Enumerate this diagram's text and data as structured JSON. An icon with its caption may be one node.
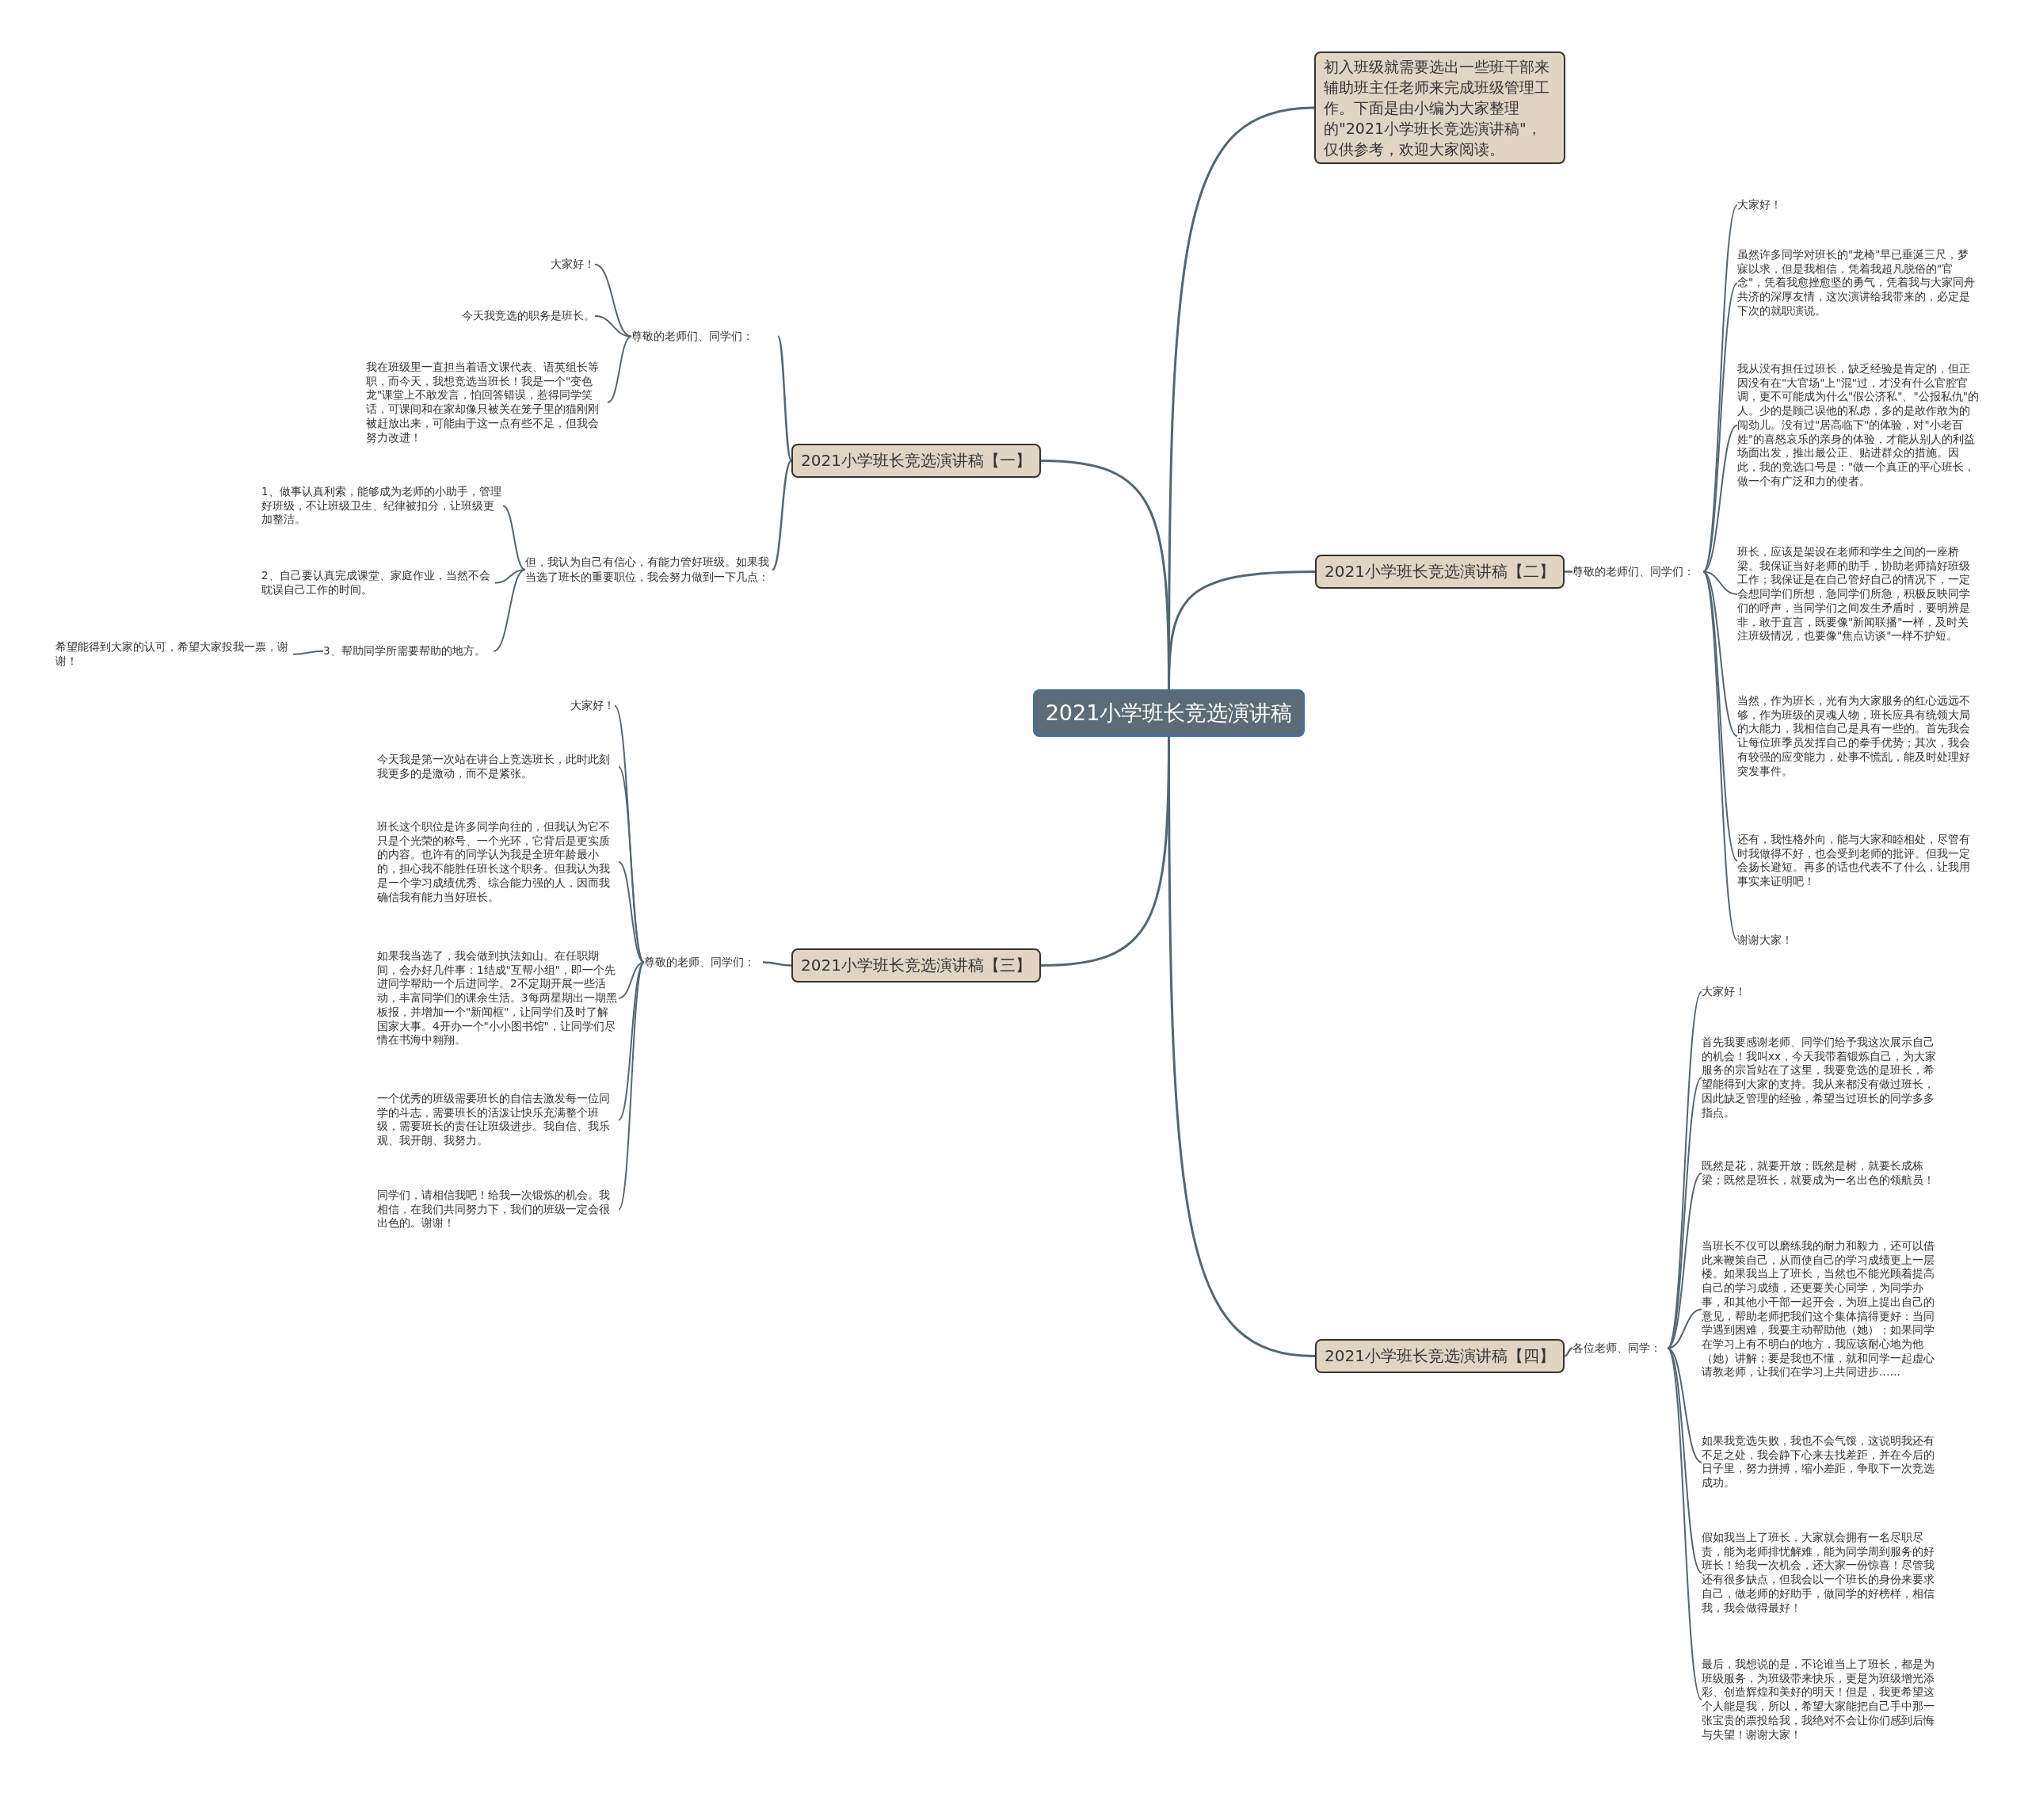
{
  "diagram": {
    "nodes": [
      {
        "text": [
          "2021小学班长竞选演讲稿"
        ]
      },
      {
        "text": [
          "初入班级就需要选出一些班干部来辅助班主任老师来完成班级管理工作。下面是由小编为大家整理的\"2021小学班长竞选演讲稿\"，仅供参考，欢迎大家阅读。"
        ]
      },
      {
        "text": [
          "2021小学班长竞选演讲稿【一】"
        ]
      },
      {
        "text": [
          "尊敬的老师们、同学们："
        ]
      },
      {
        "text": [
          "大家好！"
        ]
      },
      {
        "text": [
          "今天我竞选的职务是班长。"
        ]
      },
      {
        "text": [
          "我在班级里一直担当着语文课代表、语英组长等职，而今天，我想竞选当班长！我是一个\"变色龙\"课堂上不敢发言，怕回答错误，惹得同学笑话，可课间和在家却像只被关在笼子里的猫刚刚被赶放出来，可能由于这一点有些不足，但我会努力改进！"
        ]
      },
      {
        "text": [
          "但，我认为自己有信心，有能力管好班级。如果我当选了班长的重要职位，我会努力做到一下几点："
        ]
      },
      {
        "text": [
          "1、做事认真利索，能够成为老师的小助手，管理好班级，不让班级卫生、纪律被扣分，让班级更加整洁。"
        ]
      },
      {
        "text": [
          "2、自己要认真完成课堂、家庭作业，当然不会耽误自己工作的时间。"
        ]
      },
      {
        "text": [
          "3、帮助同学所需要帮助的地方。"
        ]
      },
      {
        "text": [
          "希望能得到大家的认可，希望大家投我一票，谢谢！"
        ]
      },
      {
        "text": [
          "2021小学班长竞选演讲稿【二】"
        ]
      },
      {
        "text": [
          "尊敬的老师们、同学们："
        ]
      },
      {
        "text": [
          "大家好！"
        ]
      },
      {
        "text": [
          "虽然许多同学对班长的\"龙椅\"早已垂涎三尺，梦寐以求，但是我相信，凭着我超凡脱俗的\"官念\"，凭着我愈挫愈坚的勇气，凭着我与大家同舟共济的深厚友情，这次演讲给我带来的，必定是下次的就职演说。"
        ]
      },
      {
        "text": [
          "我从没有担任过班长，缺乏经验是肯定的，但正因没有在\"大官场\"上\"混\"过，才没有什么官腔官调，更不可能成为什么\"假公济私\"、\"公报私仇\"的人。少的是顾己误他的私虑，多的是敢作敢为的闯劲儿。没有过\"居高临下\"的体验，对\"小老百姓\"的喜怒哀乐的亲身的体验，才能从别人的利益场面出发，推出最公正、贴进群众的措施。因此，我的竞选口号是：\"做一个真正的平心班长，做一个有广泛和力的使者。"
        ]
      },
      {
        "text": [
          "班长，应该是架设在老师和学生之间的一座桥梁。我保证当好老师的助手，协助老师搞好班级工作；我保证是在自己管好自己的情况下，一定会想同学们所想，急同学们所急，积极反映同学们的呼声，当同学们之间发生矛盾时，要明辨是非，敢于直言，既要像\"新闻联播\"一样，及时关注班级情况，也要像\"焦点访谈\"一样不护短。"
        ]
      },
      {
        "text": [
          "当然，作为班长，光有为大家服务的红心远远不够，作为班级的灵魂人物，班长应具有统领大局的大能力，我相信自己是具有一些的。首先我会让每位班季员发挥自己的拳手优势；其次，我会有较强的应变能力，处事不慌乱，能及时处理好突发事件。"
        ]
      },
      {
        "text": [
          "还有，我性格外向，能与大家和睦相处，尽管有时我做得不好，也会受到老师的批评。但我一定会扬长避短。再多的话也代表不了什么，让我用事实来证明吧！"
        ]
      },
      {
        "text": [
          "谢谢大家！"
        ]
      },
      {
        "text": [
          "2021小学班长竞选演讲稿【三】"
        ]
      },
      {
        "text": [
          "尊敬的老师、同学们："
        ]
      },
      {
        "text": [
          "大家好！"
        ]
      },
      {
        "text": [
          "今天我是第一次站在讲台上竞选班长，此时此刻我更多的是激动，而不是紧张。"
        ]
      },
      {
        "text": [
          "班长这个职位是许多同学向往的，但我认为它不只是个光荣的称号、一个光环，它背后是更实质的内容。也许有的同学认为我是全班年龄最小的，担心我不能胜任班长这个职务。但我认为我是一个学习成绩优秀、综合能力强的人，因而我确信我有能力当好班长。"
        ]
      },
      {
        "text": [
          "如果我当选了，我会做到执法如山。在任职期间，会办好几件事：1结成\"互帮小组\"，即一个先进同学帮助一个后进同学。2不定期开展一些活动，丰富同学们的课余生活。3每两星期出一期黑板报，并增加一个\"新闻框\"，让同学们及时了解国家大事。4开办一个\"小小图书馆\"，让同学们尽情在书海中翱翔。"
        ]
      },
      {
        "text": [
          "一个优秀的班级需要班长的自信去激发每一位同学的斗志，需要班长的活泼让快乐充满整个班级，需要班长的责任让班级进步。我自信、我乐观、我开朗、我努力。"
        ]
      },
      {
        "text": [
          "同学们，请相信我吧！给我一次锻炼的机会。我相信，在我们共同努力下，我们的班级一定会很出色的。谢谢！"
        ]
      },
      {
        "text": [
          "2021小学班长竞选演讲稿【四】"
        ]
      },
      {
        "text": [
          "各位老师、同学："
        ]
      },
      {
        "text": [
          "大家好！"
        ]
      },
      {
        "text": [
          "首先我要感谢老师、同学们给予我这次展示自己的机会！我叫xx，今天我带着锻炼自己，为大家服务的宗旨站在了这里，我要竞选的是班长，希望能得到大家的支持。我从来都没有做过班长，因此缺乏管理的经验，希望当过班长的同学多多指点。"
        ]
      },
      {
        "text": [
          "既然是花，就要开放；既然是树，就要长成栋梁；既然是班长，就要成为一名出色的领航员！"
        ]
      },
      {
        "text": [
          "当班长不仅可以磨练我的耐力和毅力，还可以借此来鞭策自己，从而使自己的学习成绩更上一层楼。如果我当上了班长，当然也不能光顾着提高自己的学习成绩，还更要关心同学，为同学办事，和其他小干部一起开会，为班上提出自己的意见，帮助老师把我们这个集体搞得更好：当同学遇到困难，我要主动帮助他（她）；如果同学在学习上有不明白的地方，我应该耐心地为他（她）讲解；要是我也不懂，就和同学一起虚心请教老师，让我们在学习上共同进步……"
        ]
      },
      {
        "text": [
          "如果我竞选失败，我也不会气馁，这说明我还有不足之处，我会静下心来去找差距，并在今后的日子里，努力拼搏，缩小差距，争取下一次竞选成功。"
        ]
      },
      {
        "text": [
          "假如我当上了班长，大家就会拥有一名尽职尽责，能为老师排忧解难，能为同学周到服务的好班长！给我一次机会，还大家一份惊喜！尽管我还有很多缺点，但我会以一个班长的身份来要求自己，做老师的好助手，做同学的好榜样，相信我，我会做得最好！"
        ]
      },
      {
        "text": [
          "最后，我想说的是，不论谁当上了班长，都是为班级服务，为班级带来快乐，更是为班级增光添彩、创造辉煌和美好的明天！但是，我更希望这个人能是我，所以，希望大家能把自己手中那一张宝贵的票投给我，我绝对不会让你们感到后悔与失望！谢谢大家！"
        ]
      }
    ],
    "edges": [
      {
        "from": 0,
        "to": 1,
        "arrow": "none"
      },
      {
        "from": 0,
        "to": 2,
        "arrow": "none"
      },
      {
        "from": 2,
        "to": 3,
        "arrow": "none"
      },
      {
        "from": 3,
        "to": 4,
        "arrow": "none"
      },
      {
        "from": 3,
        "to": 5,
        "arrow": "none"
      },
      {
        "from": 3,
        "to": 6,
        "arrow": "none"
      },
      {
        "from": 2,
        "to": 7,
        "arrow": "none"
      },
      {
        "from": 7,
        "to": 8,
        "arrow": "none"
      },
      {
        "from": 7,
        "to": 9,
        "arrow": "none"
      },
      {
        "from": 7,
        "to": 10,
        "arrow": "none"
      },
      {
        "from": 10,
        "to": 11,
        "arrow": "none"
      },
      {
        "from": 0,
        "to": 12,
        "arrow": "none"
      },
      {
        "from": 12,
        "to": 13,
        "arrow": "none"
      },
      {
        "from": 13,
        "to": 14,
        "arrow": "none"
      },
      {
        "from": 13,
        "to": 15,
        "arrow": "none"
      },
      {
        "from": 13,
        "to": 16,
        "arrow": "none"
      },
      {
        "from": 13,
        "to": 17,
        "arrow": "none"
      },
      {
        "from": 13,
        "to": 18,
        "arrow": "none"
      },
      {
        "from": 13,
        "to": 19,
        "arrow": "none"
      },
      {
        "from": 13,
        "to": 20,
        "arrow": "none"
      },
      {
        "from": 0,
        "to": 21,
        "arrow": "none"
      },
      {
        "from": 21,
        "to": 22,
        "arrow": "none"
      },
      {
        "from": 22,
        "to": 23,
        "arrow": "none"
      },
      {
        "from": 22,
        "to": 24,
        "arrow": "none"
      },
      {
        "from": 22,
        "to": 25,
        "arrow": "none"
      },
      {
        "from": 22,
        "to": 26,
        "arrow": "none"
      },
      {
        "from": 22,
        "to": 27,
        "arrow": "none"
      },
      {
        "from": 22,
        "to": 28,
        "arrow": "none"
      },
      {
        "from": 0,
        "to": 29,
        "arrow": "none"
      },
      {
        "from": 29,
        "to": 30,
        "arrow": "none"
      },
      {
        "from": 30,
        "to": 31,
        "arrow": "none"
      },
      {
        "from": 30,
        "to": 32,
        "arrow": "none"
      },
      {
        "from": 30,
        "to": 33,
        "arrow": "none"
      },
      {
        "from": 30,
        "to": 34,
        "arrow": "none"
      },
      {
        "from": 30,
        "to": 35,
        "arrow": "none"
      },
      {
        "from": 30,
        "to": 36,
        "arrow": "none"
      },
      {
        "from": 30,
        "to": 37,
        "arrow": "none"
      }
    ]
  }
}
